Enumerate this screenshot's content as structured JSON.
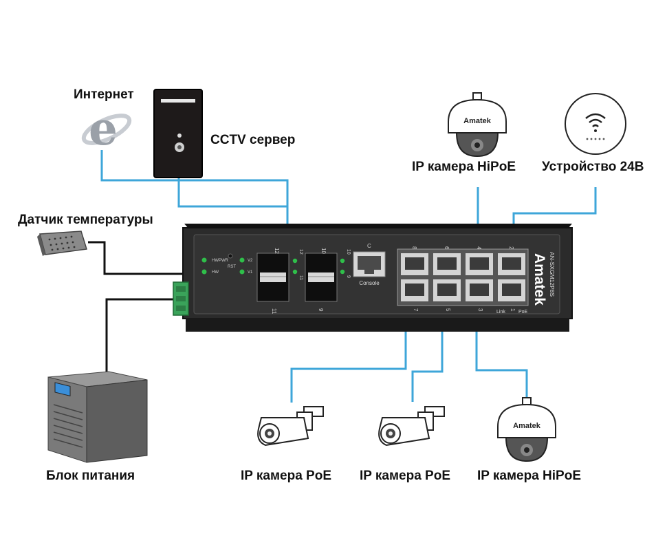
{
  "labels": {
    "internet": "Интернет",
    "cctv_server": "CCTV сервер",
    "ip_cam_hipoe_top": "IP камера HiPoE",
    "device_24v": "Устройство 24В",
    "temp_sensor": "Датчик температуры",
    "power_supply": "Блок питания",
    "ip_cam_poe_1": "IP камера PoE",
    "ip_cam_poe_2": "IP камера PoE",
    "ip_cam_hipoe_bottom": "IP камера HiPoE"
  },
  "switch": {
    "brand": "Amatek",
    "model": "AN-SXGM12P8S",
    "console_label": "Console",
    "console_port_label": "C",
    "led_pwr": "PWR",
    "led_hw": "HW",
    "led_rst": "RST",
    "led_v1": "V1",
    "led_v2": "V2",
    "link_label": "Link",
    "poe_label": "PoE",
    "sfp_numbers": [
      "12",
      "11",
      "10",
      "9"
    ],
    "sfp_led_numbers": [
      "12",
      "11",
      "10",
      "9"
    ],
    "rj45_top_numbers": [
      "8",
      "6",
      "4",
      "2"
    ],
    "rj45_bottom_numbers": [
      "7",
      "5",
      "3",
      "1"
    ]
  },
  "camera_brand": "Amatek",
  "colors": {
    "cable_blue": "#3ea6d9",
    "cable_black": "#111111",
    "switch_body": "#2b2b2b",
    "led_green": "#2fbf4a",
    "terminal_green": "#3aa35a"
  },
  "icons": [
    "internet-explorer-icon",
    "server-tower-icon",
    "dome-camera-icon",
    "wifi-device-icon",
    "temperature-sensor-icon",
    "ups-icon",
    "bullet-camera-icon",
    "terminal-block-icon"
  ]
}
